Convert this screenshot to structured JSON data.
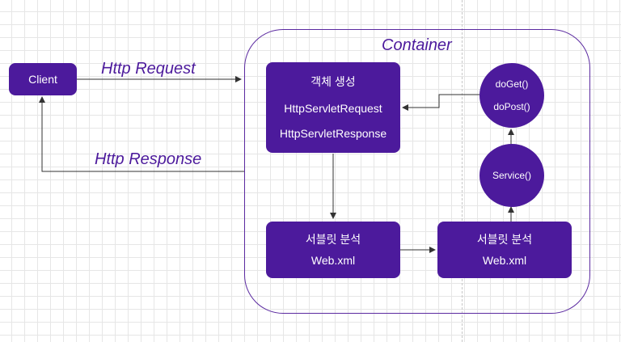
{
  "diagram": {
    "container_label": "Container",
    "client_label": "Client",
    "request_label": "Http Request",
    "response_label": "Http Response",
    "create_box": {
      "title": "객체 생성",
      "line1": "HttpServletRequest",
      "line2": "HttpServletResponse"
    },
    "analysis_left": {
      "title": "서블릿 분석",
      "file": "Web.xml"
    },
    "analysis_right": {
      "title": "서블릿 분석",
      "file": "Web.xml"
    },
    "service_label": "Service()",
    "methods": {
      "get": "doGet()",
      "post": "doPost()"
    }
  },
  "colors": {
    "node_fill": "#4c1a9c",
    "container_border": "#5b2aa0",
    "label_text": "#4c1a9c",
    "arrow": "#333333"
  }
}
